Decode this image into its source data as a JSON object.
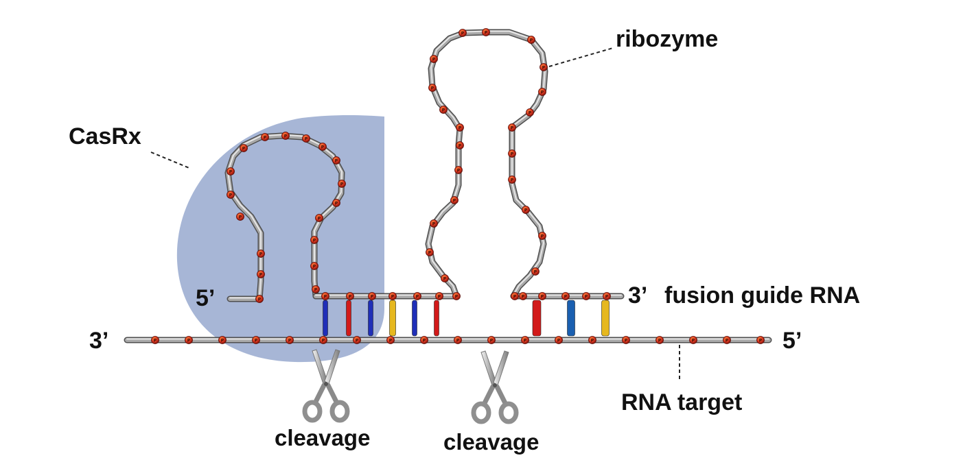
{
  "labels": {
    "ribozyme": "ribozyme",
    "casrx": "CasRx",
    "guide_5prime": "5’",
    "guide_3prime": "3’",
    "fusion_guide": "fusion guide RNA",
    "target_3prime": "3’",
    "target_5prime": "5’",
    "rna_target": "RNA target",
    "cleavage_left": "cleavage",
    "cleavage_right": "cleavage"
  },
  "phosphate_marker": "P",
  "colors": {
    "casrx_blob": "#a7b6d6",
    "backbone": "#a9a9a9",
    "backbone_dark": "#6f6f6f",
    "phosphate": "#c0261b",
    "base_blue": "#1f2fb8",
    "base_red": "#d21a1a",
    "base_yellow": "#e6b81f",
    "base_blue2": "#1a5fb0",
    "leader_line": "#222222"
  },
  "base_pair_colors": [
    "blue",
    "red",
    "blue",
    "yellow",
    "blue",
    "red",
    "red",
    "blue2",
    "yellow"
  ],
  "icons": [
    "scissors-icon",
    "scissors-icon"
  ]
}
